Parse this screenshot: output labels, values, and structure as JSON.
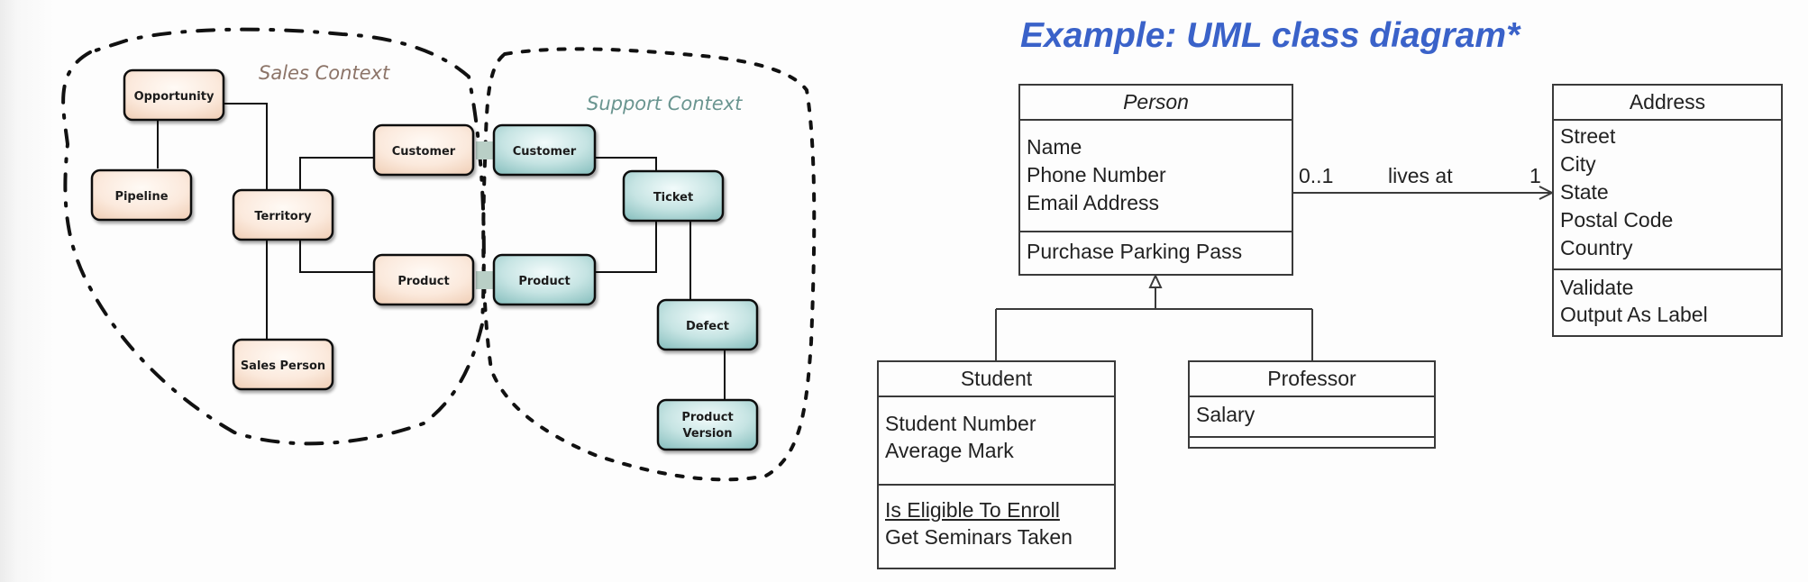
{
  "left_diagram": {
    "contexts": [
      {
        "id": "sales",
        "label": "Sales Context",
        "color": "#8c7468"
      },
      {
        "id": "support",
        "label": "Support Context",
        "color": "#6a9590"
      }
    ],
    "sales_nodes": [
      {
        "id": "opportunity",
        "label": "Opportunity"
      },
      {
        "id": "pipeline",
        "label": "Pipeline"
      },
      {
        "id": "territory",
        "label": "Territory"
      },
      {
        "id": "customer",
        "label": "Customer"
      },
      {
        "id": "product",
        "label": "Product"
      },
      {
        "id": "sales-person",
        "label": "Sales Person"
      }
    ],
    "support_nodes": [
      {
        "id": "customer",
        "label": "Customer"
      },
      {
        "id": "ticket",
        "label": "Ticket"
      },
      {
        "id": "product",
        "label": "Product"
      },
      {
        "id": "defect",
        "label": "Defect"
      },
      {
        "id": "product-version",
        "label_line1": "Product",
        "label_line2": "Version"
      }
    ],
    "colors": {
      "sales_fill": "#f8e4d4",
      "support_fill": "#b8dcdc",
      "bridge": "#b9cfc6"
    }
  },
  "uml": {
    "title": "Example: UML class diagram*",
    "title_color": "#3a62c9",
    "classes": {
      "person": {
        "name": "Person",
        "abstract": true,
        "attributes": [
          "Name",
          "Phone Number",
          "Email Address"
        ],
        "operations": [
          "Purchase Parking Pass"
        ]
      },
      "address": {
        "name": "Address",
        "attributes": [
          "Street",
          "City",
          "State",
          "Postal Code",
          "Country"
        ],
        "operations": [
          "Validate",
          "Output As Label"
        ]
      },
      "student": {
        "name": "Student",
        "attributes": [
          "Student Number",
          "Average Mark"
        ],
        "operations": [
          "Is Eligible To Enroll",
          "Get Seminars Taken"
        ]
      },
      "professor": {
        "name": "Professor",
        "attributes": [
          "Salary"
        ],
        "operations": []
      }
    },
    "association": {
      "label": "lives at",
      "source_multiplicity": "0..1",
      "target_multiplicity": "1"
    }
  }
}
